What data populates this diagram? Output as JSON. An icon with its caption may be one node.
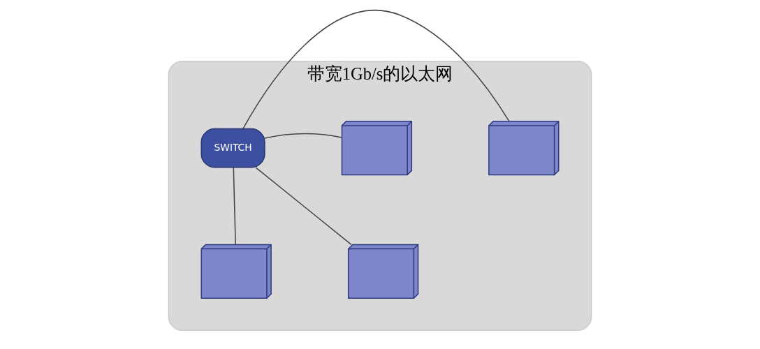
{
  "diagram": {
    "nodes": [
      {
        "text": [
          "带宽1Gb/s的以太网"
        ]
      },
      {
        "text": [],
        "shape": "picture",
        "in": 0
      },
      {
        "text": [
          "SWITCH"
        ],
        "in": 0
      },
      {
        "text": [],
        "shape": "picture",
        "in": 0
      },
      {
        "text": [],
        "shape": "picture",
        "in": 0
      },
      {
        "text": [],
        "shape": "picture",
        "in": 0
      }
    ],
    "edges": [
      {
        "from": 2,
        "to": 1,
        "arrow": "none"
      },
      {
        "from": 2,
        "to": 3,
        "arrow": "none"
      },
      {
        "from": 2,
        "to": 4,
        "arrow": "none"
      },
      {
        "from": 2,
        "to": 5,
        "arrow": "none"
      }
    ]
  }
}
